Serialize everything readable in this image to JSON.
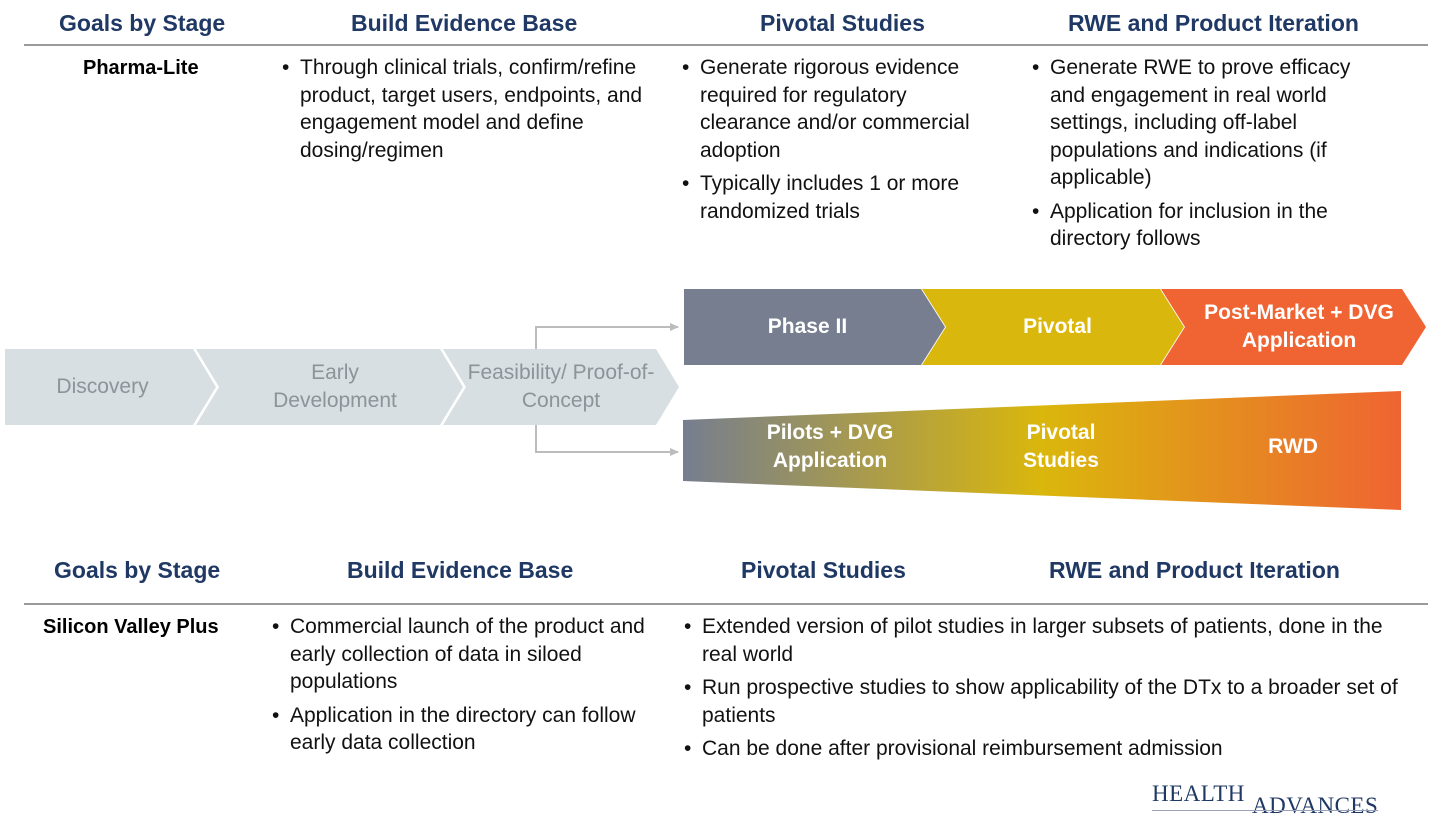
{
  "top_section": {
    "headers": [
      "Goals by Stage",
      "Build Evidence Base",
      "Pivotal Studies",
      "RWE and Product Iteration"
    ],
    "row_label": "Pharma-Lite",
    "build_evidence": [
      "Through clinical trials, confirm/refine product, target users, endpoints, and engagement model and define dosing/regimen"
    ],
    "pivotal": [
      "Generate rigorous evidence required for regulatory clearance and/or commercial adoption",
      "Typically includes 1 or more randomized trials"
    ],
    "rwe": [
      "Generate RWE to prove efficacy and engagement in real world settings, including off-label populations and indications (if applicable)",
      "Application for inclusion in the directory follows"
    ]
  },
  "diagram": {
    "early_stages": [
      "Discovery",
      "Early Development",
      "Feasibility/ Proof-of-Concept"
    ],
    "pharma_path": [
      "Phase II",
      "Pivotal",
      "Post-Market + DVG Application"
    ],
    "sv_path": [
      "Pilots + DVG Application",
      "Pivotal Studies",
      "RWD"
    ],
    "colors": {
      "light_chevron": "#d7dfe2",
      "phase2": "#767e8f",
      "pivotal": "#dab70c",
      "post_market": "#ef6432",
      "arrow": "#bcbcbc"
    }
  },
  "bottom_section": {
    "headers": [
      "Goals by Stage",
      "Build Evidence Base",
      "Pivotal Studies",
      "RWE and Product Iteration"
    ],
    "row_label": "Silicon Valley Plus",
    "build_evidence": [
      "Commercial launch of the product and early collection of data in siloed populations",
      "Application in the directory can follow early data collection"
    ],
    "pivotal_rwe": [
      "Extended version of pilot studies in larger subsets of patients, done in the real world",
      "Run prospective studies to show applicability of the DTx to a broader set of patients",
      "Can be done after provisional reimbursement admission"
    ]
  },
  "logo": {
    "line1": "HEALTH",
    "line2": "ADVANCES"
  }
}
